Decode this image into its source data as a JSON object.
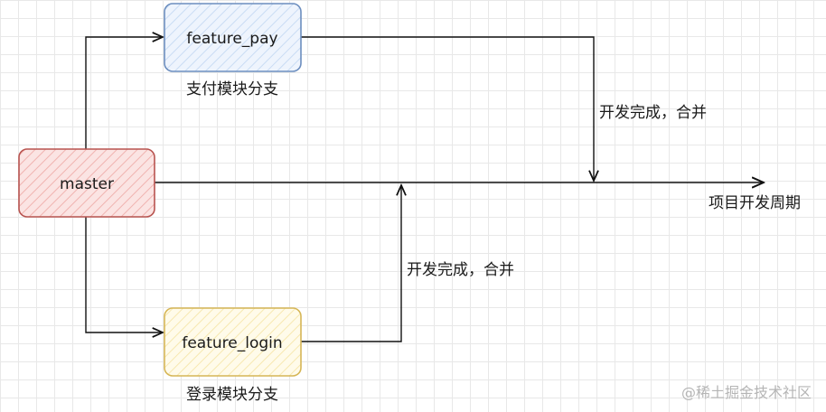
{
  "nodes": {
    "master": {
      "label": "master",
      "stroke": "#b85450",
      "fill": "#f8cecc"
    },
    "feature_pay": {
      "label": "feature_pay",
      "caption": "支付模块分支",
      "stroke": "#6c8ebf",
      "fill": "#dae8fc"
    },
    "feature_login": {
      "label": "feature_login",
      "caption": "登录模块分支",
      "stroke": "#d6b656",
      "fill": "#fff2cc"
    }
  },
  "edges": {
    "pay_merge_label": "开发完成，合并",
    "login_merge_label": "开发完成，合并",
    "timeline_label": "项目开发周期"
  },
  "watermark": "@稀土掘金技术社区"
}
